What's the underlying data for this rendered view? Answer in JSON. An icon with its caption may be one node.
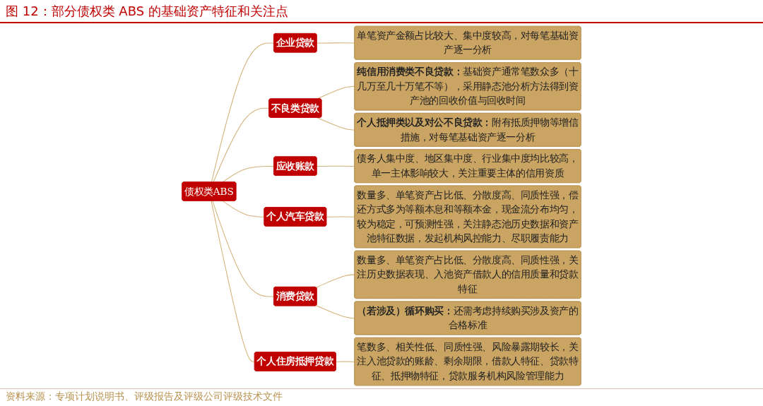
{
  "diagram": {
    "title": "图 12：部分债权类 ABS 的基础资产特征和关注点",
    "caption": "资料来源：专项计划说明书、评级报告及评级公司评级技术文件",
    "nodes": [
      {
        "text": [
          "债权类ABS"
        ]
      },
      {
        "text": [
          "企业贷款"
        ]
      },
      {
        "text": [
          "单笔资产金额占比较大、集中度较高，对每笔基础资产逐一分析"
        ]
      },
      {
        "text": [
          "不良类贷款"
        ]
      },
      {
        "text": [
          "**纯信用消费类不良贷款：**基础资产通常笔数众多（十几万至几十万笔不等），采用静态池分析方法得到资产池的回收价值与回收时间"
        ]
      },
      {
        "text": [
          "**个人抵押类以及对公不良贷款：**附有抵质押物等增信措施，对每笔基础资产逐一分析"
        ]
      },
      {
        "text": [
          "应收账款"
        ]
      },
      {
        "text": [
          "债务人集中度、地区集中度、行业集中度均比较高，单一主体影响较大，关注重要主体的信用资质"
        ]
      },
      {
        "text": [
          "个人汽车贷款"
        ]
      },
      {
        "text": [
          "数量多、单笔资产占比低、分散度高、同质性强，偿还方式多为等额本息和等额本金，现金流分布均匀，较为稳定，可预测性强，关注静态池历史数据和资产池特征数据，发起机构风控能力、尽职履责能力"
        ]
      },
      {
        "text": [
          "消费贷款"
        ]
      },
      {
        "text": [
          "数量多、单笔资产占比低、分散度高、同质性强，关注历史数据表现、入池资产借款人的信用质量和贷款特征"
        ]
      },
      {
        "text": [
          "**（若涉及）循环购买：**还需考虑持续购买涉及资产的合格标准"
        ]
      },
      {
        "text": [
          "个人住房抵押贷款"
        ]
      },
      {
        "text": [
          "笔数多、相关性低、同质性强、风险暴露期较长，关注入池贷款的账龄、剩余期限，借款人特征、贷款特征、抵押物特征，贷款服务机构风险管理能力"
        ]
      }
    ],
    "edges": [
      {
        "from": 0,
        "to": 1,
        "arrow": "none"
      },
      {
        "from": 0,
        "to": 3,
        "arrow": "none"
      },
      {
        "from": 0,
        "to": 6,
        "arrow": "none"
      },
      {
        "from": 0,
        "to": 8,
        "arrow": "none"
      },
      {
        "from": 0,
        "to": 10,
        "arrow": "none"
      },
      {
        "from": 0,
        "to": 13,
        "arrow": "none"
      },
      {
        "from": 1,
        "to": 2,
        "arrow": "none"
      },
      {
        "from": 3,
        "to": 4,
        "arrow": "none"
      },
      {
        "from": 3,
        "to": 5,
        "arrow": "none"
      },
      {
        "from": 6,
        "to": 7,
        "arrow": "none"
      },
      {
        "from": 8,
        "to": 9,
        "arrow": "none"
      },
      {
        "from": 10,
        "to": 11,
        "arrow": "none"
      },
      {
        "from": 10,
        "to": 12,
        "arrow": "none"
      },
      {
        "from": 13,
        "to": 14,
        "arrow": "none"
      }
    ]
  }
}
